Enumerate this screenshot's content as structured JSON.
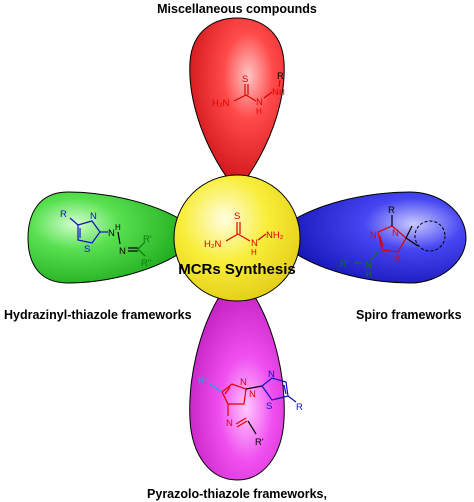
{
  "center": {
    "title": "MCRs Synthesis"
  },
  "labels": {
    "top": "Miscellaneous compounds",
    "left": "Hydrazinyl-thiazole frameworks",
    "right": "Spiro frameworks",
    "bottom": "Pyrazolo-thiazole frameworks,"
  },
  "atoms": {
    "center": {
      "s": "S",
      "nh2_left": "H₂N",
      "n": "N",
      "h": "H",
      "nh2_right": "NH₂"
    },
    "top": {
      "s": "S",
      "r": "R",
      "nh2": "H₂N",
      "nh_a": "N",
      "h_a": "H",
      "nh_b": "N",
      "h_b": "H"
    },
    "left": {
      "r": "R",
      "n_ring": "N",
      "s_ring": "S",
      "nh": "N",
      "h": "H",
      "n_imine": "N",
      "r1": "R'",
      "r2": "R''"
    },
    "right": {
      "r": "R",
      "n1": "N",
      "n2": "N",
      "s": "S",
      "r1": "R'",
      "nh": "N",
      "h": "H"
    },
    "bottom": {
      "n1": "N",
      "n2": "N",
      "r2": "R''",
      "n_thz": "N",
      "s_thz": "S",
      "r": "R",
      "n_imine": "N",
      "r1": "R'"
    }
  },
  "colors": {
    "top_petal": "#e8141b",
    "left_petal": "#22c322",
    "right_petal": "#1818dc",
    "bottom_petal": "#e21ce2",
    "center_circle": "#f4e81e",
    "red_struct": "#e00000",
    "blue_struct": "#1010c0",
    "green_struct": "#0a7a0a",
    "cyan_struct": "#0ab0d8"
  }
}
